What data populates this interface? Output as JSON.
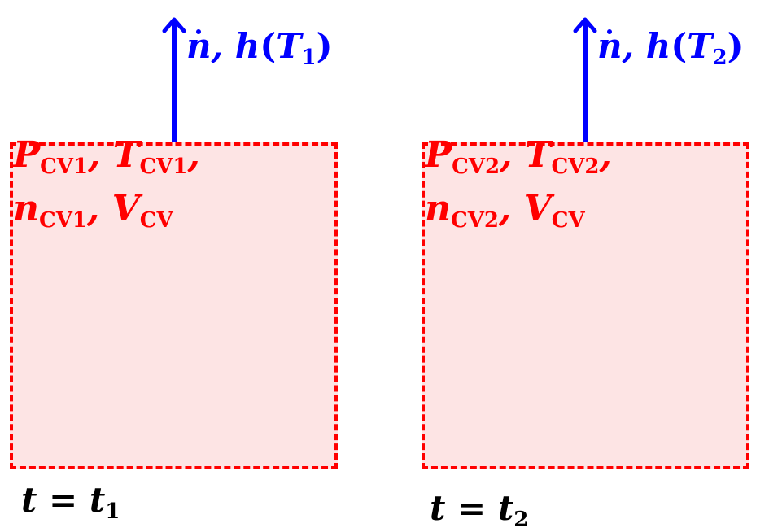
{
  "panels": [
    {
      "flow": {
        "sym_n": "n",
        "sep": ",",
        "sym_h": "h",
        "open": "(",
        "sym_T": "T",
        "sub": "1",
        "close": ")"
      },
      "state": {
        "line1": {
          "p": "P",
          "p_sub": "CV1",
          "sep1": ",",
          "t": "T",
          "t_sub": "CV1",
          "sep2": ","
        },
        "line2": {
          "n": "n",
          "n_sub": "CV1",
          "sep": ",",
          "v": "V",
          "v_sub": "CV"
        }
      },
      "time": {
        "lhs": "t",
        "eq": " = ",
        "rhs": "t",
        "sub": "1"
      }
    },
    {
      "flow": {
        "sym_n": "n",
        "sep": ",",
        "sym_h": "h",
        "open": "(",
        "sym_T": "T",
        "sub": "2",
        "close": ")"
      },
      "state": {
        "line1": {
          "p": "P",
          "p_sub": "CV2",
          "sep1": ",",
          "t": "T",
          "t_sub": "CV2",
          "sep2": ","
        },
        "line2": {
          "n": "n",
          "n_sub": "CV2",
          "sep": ",",
          "v": "V",
          "v_sub": "CV"
        }
      },
      "time": {
        "lhs": "t",
        "eq": " = ",
        "rhs": "t",
        "sub": "2"
      }
    }
  ],
  "colors": {
    "cv_border": "#ff0000",
    "cv_fill": "#fde4e4",
    "flow": "#0000ff",
    "text": "#000000"
  }
}
